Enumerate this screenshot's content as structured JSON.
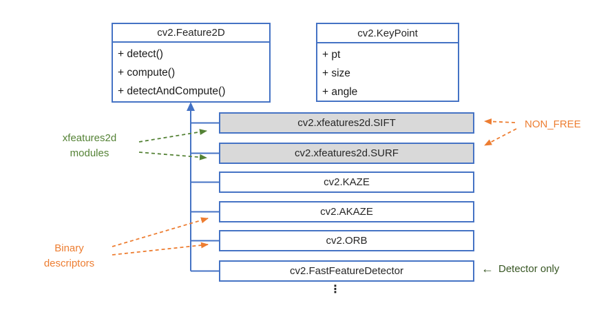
{
  "colors": {
    "box_border_blue": "#4472C4",
    "highlight_fill_gray": "#D9D9D9",
    "accent_orange": "#ED7D31",
    "accent_green": "#548235",
    "detector_only_green": "#375623",
    "text_dark": "#262626"
  },
  "uml_classes": [
    {
      "title": "cv2.Feature2D",
      "members": [
        "+ detect()",
        "+ compute()",
        "+ detectAndCompute()"
      ]
    },
    {
      "title": "cv2.KeyPoint",
      "members": [
        "+ pt",
        "+ size",
        "+ angle"
      ]
    }
  ],
  "subclasses": [
    {
      "label": "cv2.xfeatures2d.SIFT",
      "highlighted": true
    },
    {
      "label": "cv2.xfeatures2d.SURF",
      "highlighted": true
    },
    {
      "label": "cv2.KAZE",
      "highlighted": false
    },
    {
      "label": "cv2.AKAZE",
      "highlighted": false
    },
    {
      "label": "cv2.ORB",
      "highlighted": false
    },
    {
      "label": "cv2.FastFeatureDetector",
      "highlighted": false
    }
  ],
  "annotations": {
    "xfeatures2d_line1": "xfeatures2d",
    "xfeatures2d_line2": "modules",
    "binary_line1": "Binary",
    "binary_line2": "descriptors",
    "non_free": "NON_FREE",
    "detector_only_arrow": "←",
    "detector_only_text": "Detector only",
    "ellipsis": "⋮"
  }
}
